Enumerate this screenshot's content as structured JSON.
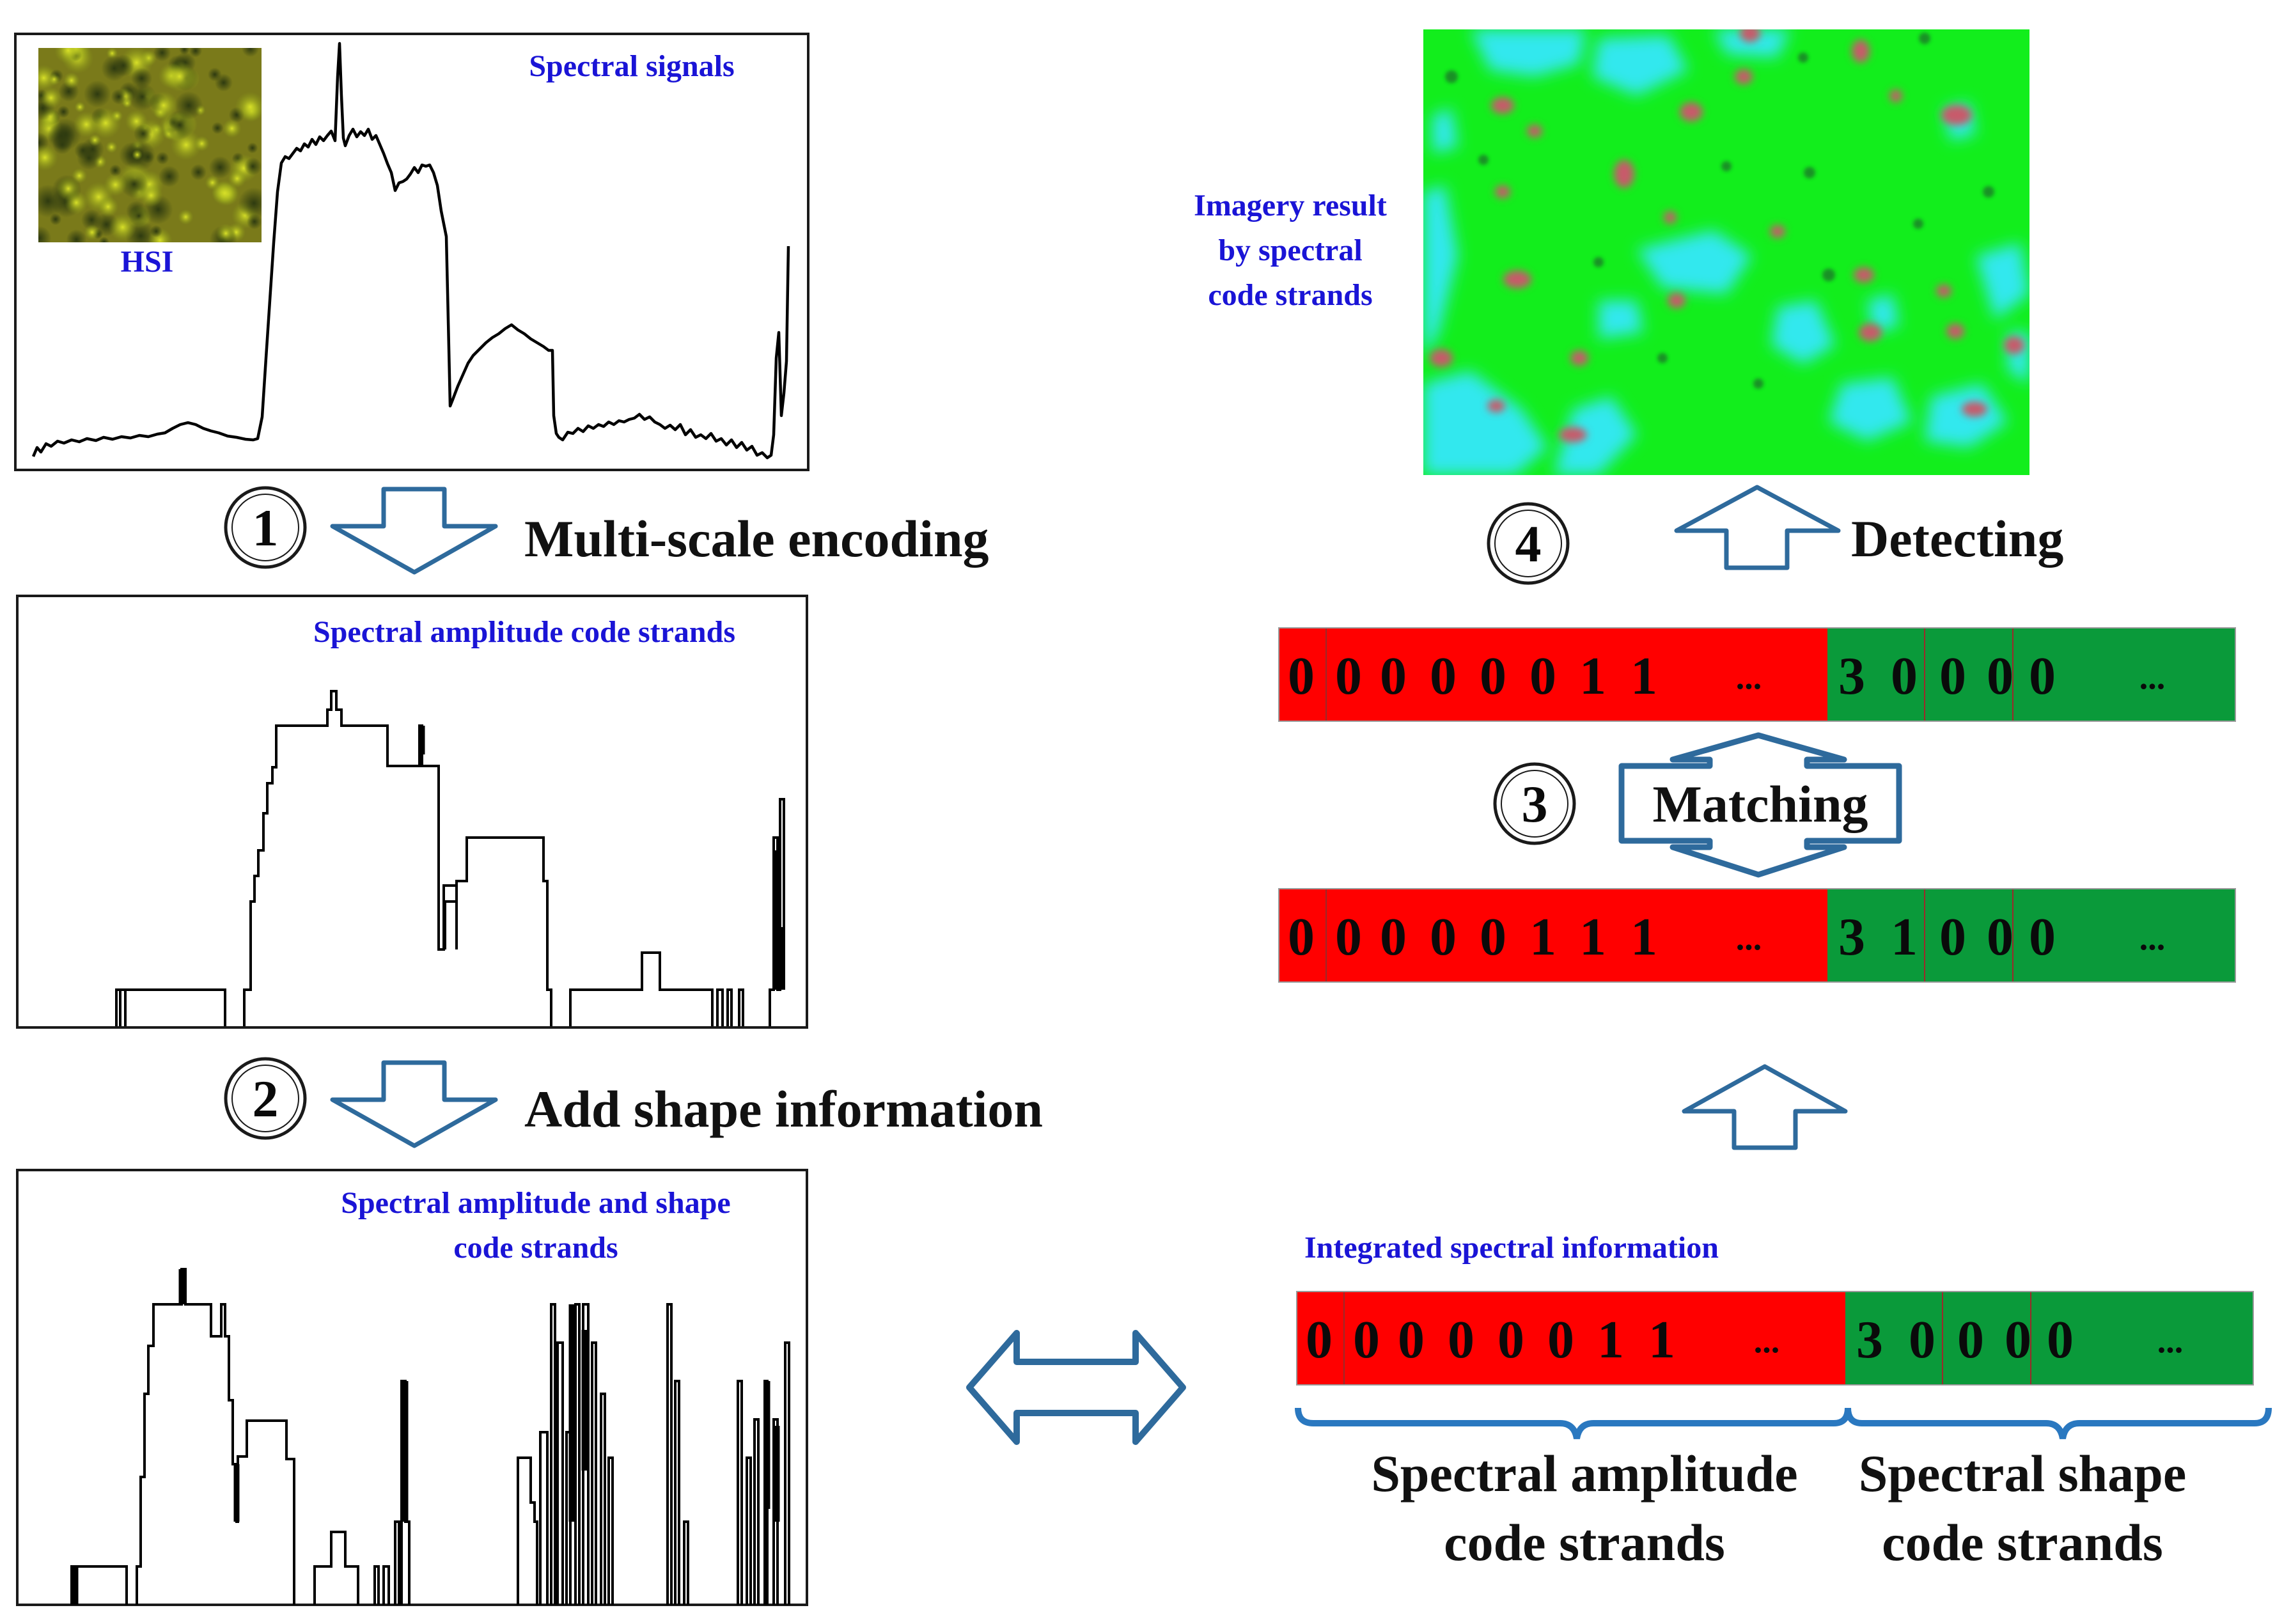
{
  "panels": {
    "spectral_signals": {
      "label": "Spectral signals",
      "inset_label": "HSI"
    },
    "amplitude_strands": {
      "label": "Spectral amplitude code strands"
    },
    "amplitude_shape_strands": {
      "label_line1": "Spectral amplitude and shape",
      "label_line2": "code strands"
    }
  },
  "steps": [
    {
      "number": "1",
      "label": "Multi-scale encoding"
    },
    {
      "number": "2",
      "label": "Add shape information"
    },
    {
      "number": "3",
      "label": "Matching"
    },
    {
      "number": "4",
      "label": "Detecting"
    }
  ],
  "result": {
    "label_line1": "Imagery result",
    "label_line2": "by spectral",
    "label_line3": "code strands"
  },
  "strand_rows": {
    "top": {
      "amp": [
        {
          "v": "0",
          "c": "#0a0a0a"
        },
        {
          "v": "0",
          "c": "#0a0a0a"
        },
        {
          "v": "0",
          "c": "#0a0a0a"
        },
        {
          "v": "0",
          "c": "#0a0a0a"
        },
        {
          "v": "0",
          "c": "#0a0a0a"
        },
        {
          "v": "0",
          "c": "#1a14d6"
        },
        {
          "v": "1",
          "c": "#0a0a0a"
        },
        {
          "v": "1",
          "c": "#0a0a0a"
        }
      ],
      "shape": [
        {
          "v": "3",
          "c": "#0a0a0a"
        },
        {
          "v": "0",
          "c": "#1a14d6"
        },
        {
          "v": "0",
          "c": "#0a0a0a"
        },
        {
          "v": "0",
          "c": "#0a0a0a"
        },
        {
          "v": "0",
          "c": "#0a0a0a"
        }
      ],
      "ellipsis": "..."
    },
    "middle": {
      "amp": [
        {
          "v": "0",
          "c": "#0a0a0a"
        },
        {
          "v": "0",
          "c": "#0a0a0a"
        },
        {
          "v": "0",
          "c": "#0a0a0a"
        },
        {
          "v": "0",
          "c": "#0a0a0a"
        },
        {
          "v": "0",
          "c": "#0a0a0a"
        },
        {
          "v": "1",
          "c": "#1a14d6"
        },
        {
          "v": "1",
          "c": "#0a0a0a"
        },
        {
          "v": "1",
          "c": "#0a0a0a"
        }
      ],
      "shape": [
        {
          "v": "3",
          "c": "#0a0a0a"
        },
        {
          "v": "1",
          "c": "#1a14d6"
        },
        {
          "v": "0",
          "c": "#0a0a0a"
        },
        {
          "v": "0",
          "c": "#0a0a0a"
        },
        {
          "v": "0",
          "c": "#0a0a0a"
        }
      ],
      "ellipsis": "..."
    },
    "bottom": {
      "amp": [
        {
          "v": "0",
          "c": "#0a0a0a"
        },
        {
          "v": "0",
          "c": "#0a0a0a"
        },
        {
          "v": "0",
          "c": "#0a0a0a"
        },
        {
          "v": "0",
          "c": "#0a0a0a"
        },
        {
          "v": "0",
          "c": "#0a0a0a"
        },
        {
          "v": "0",
          "c": "#0a0a0a"
        },
        {
          "v": "1",
          "c": "#0a0a0a"
        },
        {
          "v": "1",
          "c": "#0a0a0a"
        }
      ],
      "shape": [
        {
          "v": "3",
          "c": "#0a0a0a"
        },
        {
          "v": "0",
          "c": "#0a0a0a"
        },
        {
          "v": "0",
          "c": "#0a0a0a"
        },
        {
          "v": "0",
          "c": "#0a0a0a"
        },
        {
          "v": "0",
          "c": "#0a0a0a"
        }
      ],
      "ellipsis": "..."
    }
  },
  "integrated": {
    "label": "Integrated spectral information",
    "amp_brace_line1": "Spectral amplitude",
    "amp_brace_line2": "code strands",
    "shape_brace_line1": "Spectral shape",
    "shape_brace_line2": "code strands"
  },
  "colors": {
    "label_blue": "#1a14d6",
    "amp_red": "#ff0000",
    "shape_green": "#0a9a3a",
    "arrow_blue": "#2e6a9c",
    "result_green": "#12ee1c",
    "result_cyan": "#33e8ee",
    "result_target": "#c85a6a"
  }
}
